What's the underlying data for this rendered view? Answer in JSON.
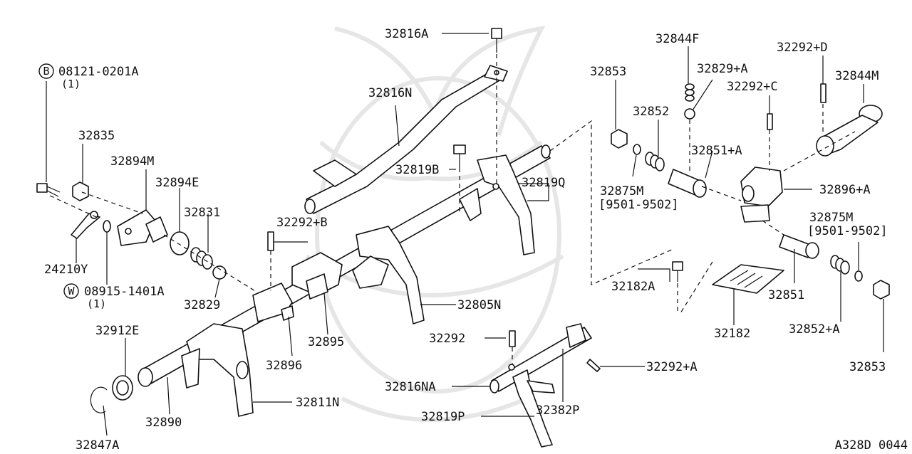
{
  "diagram": {
    "ref_code": "A328D 0044",
    "labels": {
      "p32816A": "32816A",
      "p32844F": "32844F",
      "p32292D": "32292+D",
      "p32853a": "32853",
      "p32829A": "32829+A",
      "p32844M": "32844M",
      "p32292C": "32292+C",
      "p08121": "08121-0201A",
      "p08121q": "(1)",
      "p32816N": "32816N",
      "p32852": "32852",
      "p32835": "32835",
      "p32851A": "32851+A",
      "p32894M": "32894M",
      "p32819B": "32819B",
      "p32894E": "32894E",
      "p32875Ma": "32875M",
      "p32875Ma_range": "[9501-9502]",
      "p32819Q": "32819Q",
      "p32896A": "32896+A",
      "p32831": "32831",
      "p32875Mb": "32875M",
      "p32875Mb_range": "[9501-9502]",
      "p32292B": "32292+B",
      "p24210Y": "24210Y",
      "p32182A": "32182A",
      "p32851": "32851",
      "p08915": "08915-1401A",
      "p08915q": "(1)",
      "p32829": "32829",
      "p32805N": "32805N",
      "p32182": "32182",
      "p32852A": "32852+A",
      "p32912E": "32912E",
      "p32895": "32895",
      "p32292": "32292",
      "p32292A": "32292+A",
      "p32896": "32896",
      "p32853b": "32853",
      "p32816NA": "32816NA",
      "p32811N": "32811N",
      "p32382P": "32382P",
      "p32890": "32890",
      "p32819P": "32819P",
      "p32847A": "32847A"
    },
    "badges": {
      "bolt": "B",
      "washer": "W"
    }
  }
}
